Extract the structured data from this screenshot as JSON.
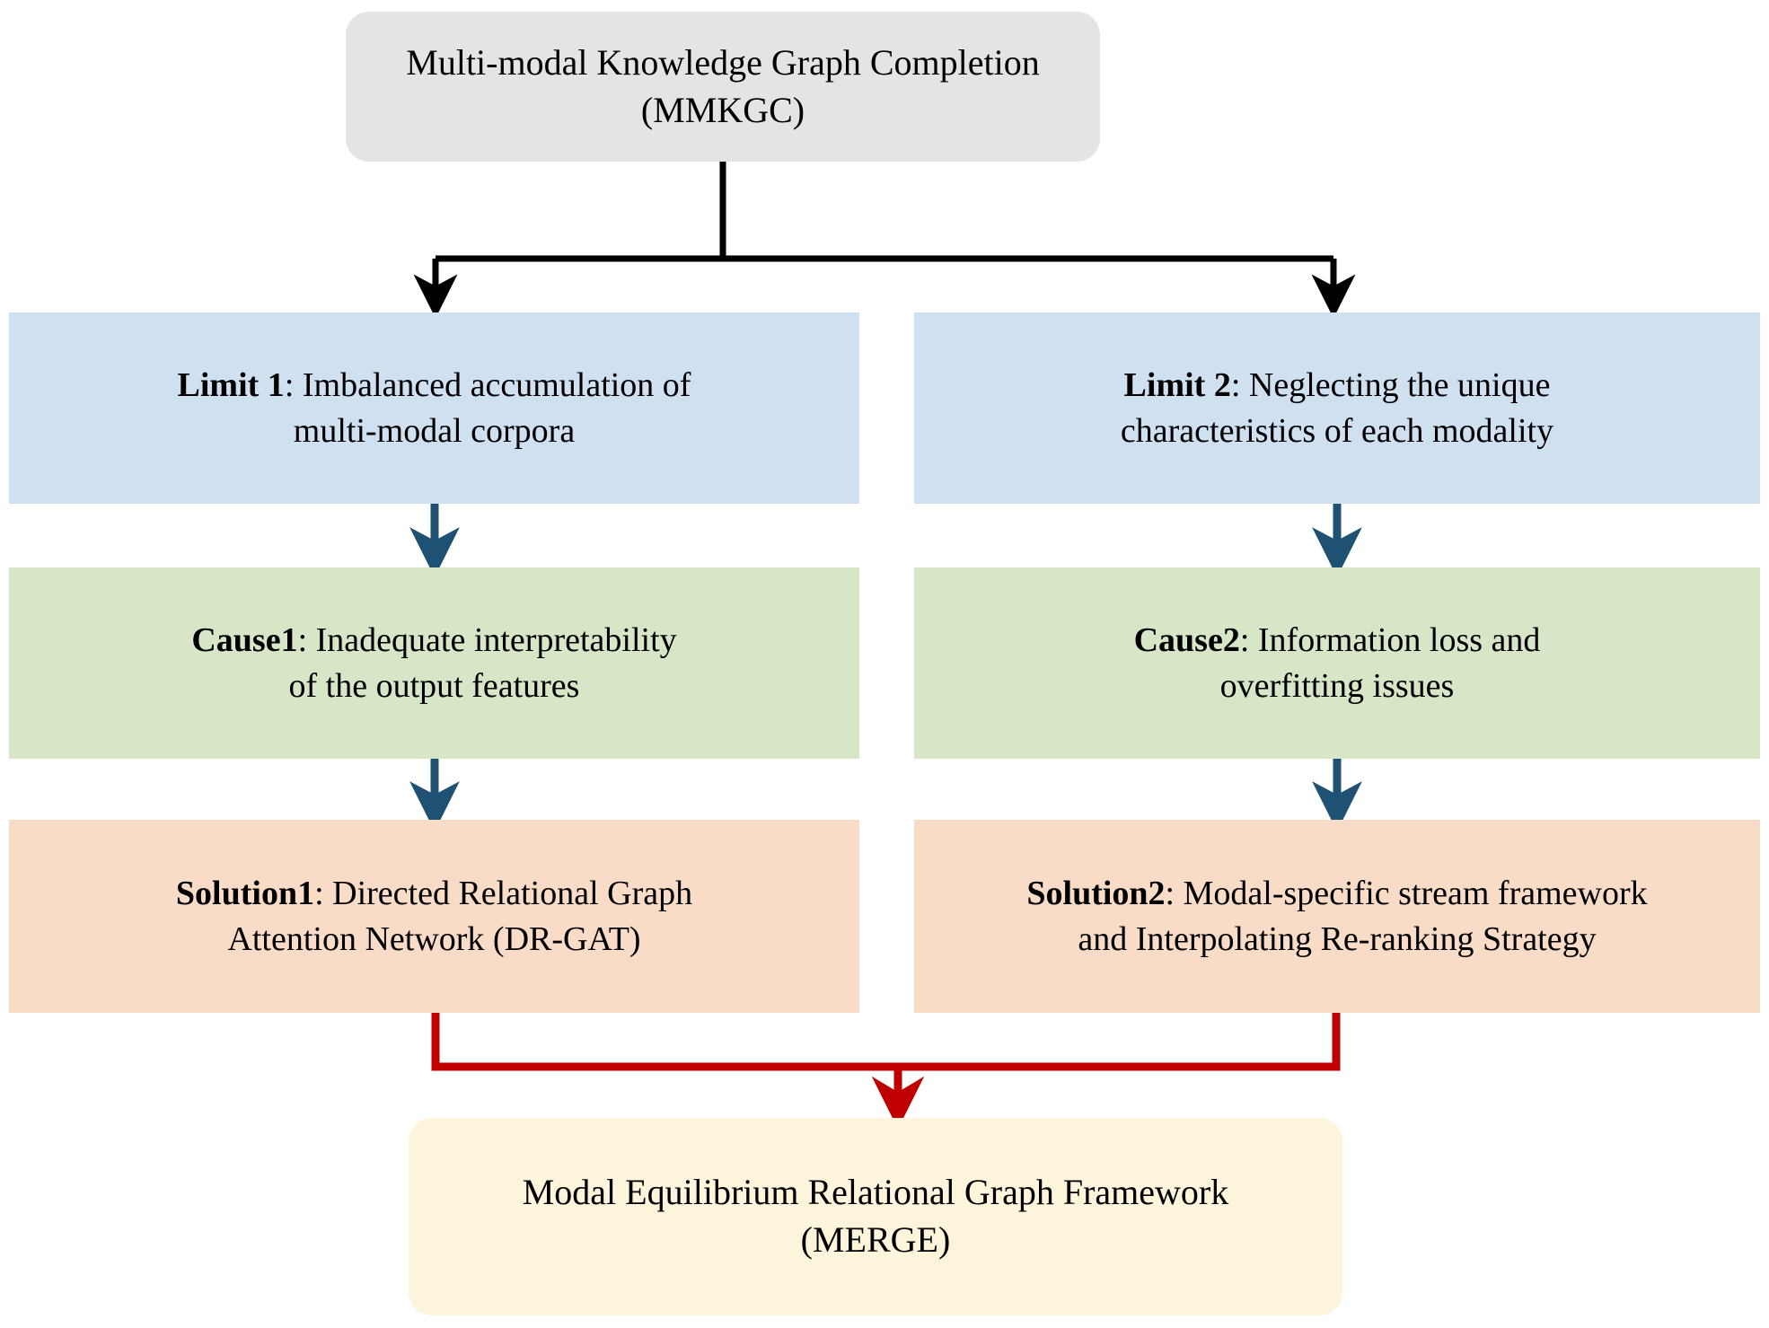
{
  "diagram": {
    "title": "MERGE framework overview flowchart",
    "colors": {
      "root_box": "#e4e4e4",
      "limit_box": "#cfe0f0",
      "cause_box": "#d8e6c8",
      "solution_box": "#f9dcc7",
      "final_box": "#fdf4dc",
      "branch_arrow": "#000000",
      "flow_arrow": "#1f5172",
      "merge_arrow": "#c00000",
      "text": "#000000"
    },
    "root": {
      "line1": "Multi-modal Knowledge Graph Completion",
      "line2": "(MMKGC)"
    },
    "limits": [
      {
        "label": "Limit 1",
        "separator": ": ",
        "line1": "Imbalanced accumulation of",
        "line2": "multi-modal corpora"
      },
      {
        "label": "Limit 2",
        "separator": ": ",
        "line1": "Neglecting the unique",
        "line2": "characteristics of each modality"
      }
    ],
    "causes": [
      {
        "label": "Cause1",
        "separator": ": ",
        "line1": "Inadequate interpretability",
        "line2": "of the output features"
      },
      {
        "label": "Cause2",
        "separator": ": ",
        "line1": "Information loss and",
        "line2": "overfitting issues"
      }
    ],
    "solutions": [
      {
        "label": "Solution1",
        "separator": ": ",
        "line1": "Directed Relational Graph",
        "line2": "Attention Network (DR-GAT)"
      },
      {
        "label": "Solution2",
        "separator": ": ",
        "line1": "Modal-specific stream framework",
        "line2": "and Interpolating Re-ranking Strategy"
      }
    ],
    "final": {
      "line1": "Modal Equilibrium Relational Graph Framework",
      "line2": "(MERGE)"
    }
  }
}
